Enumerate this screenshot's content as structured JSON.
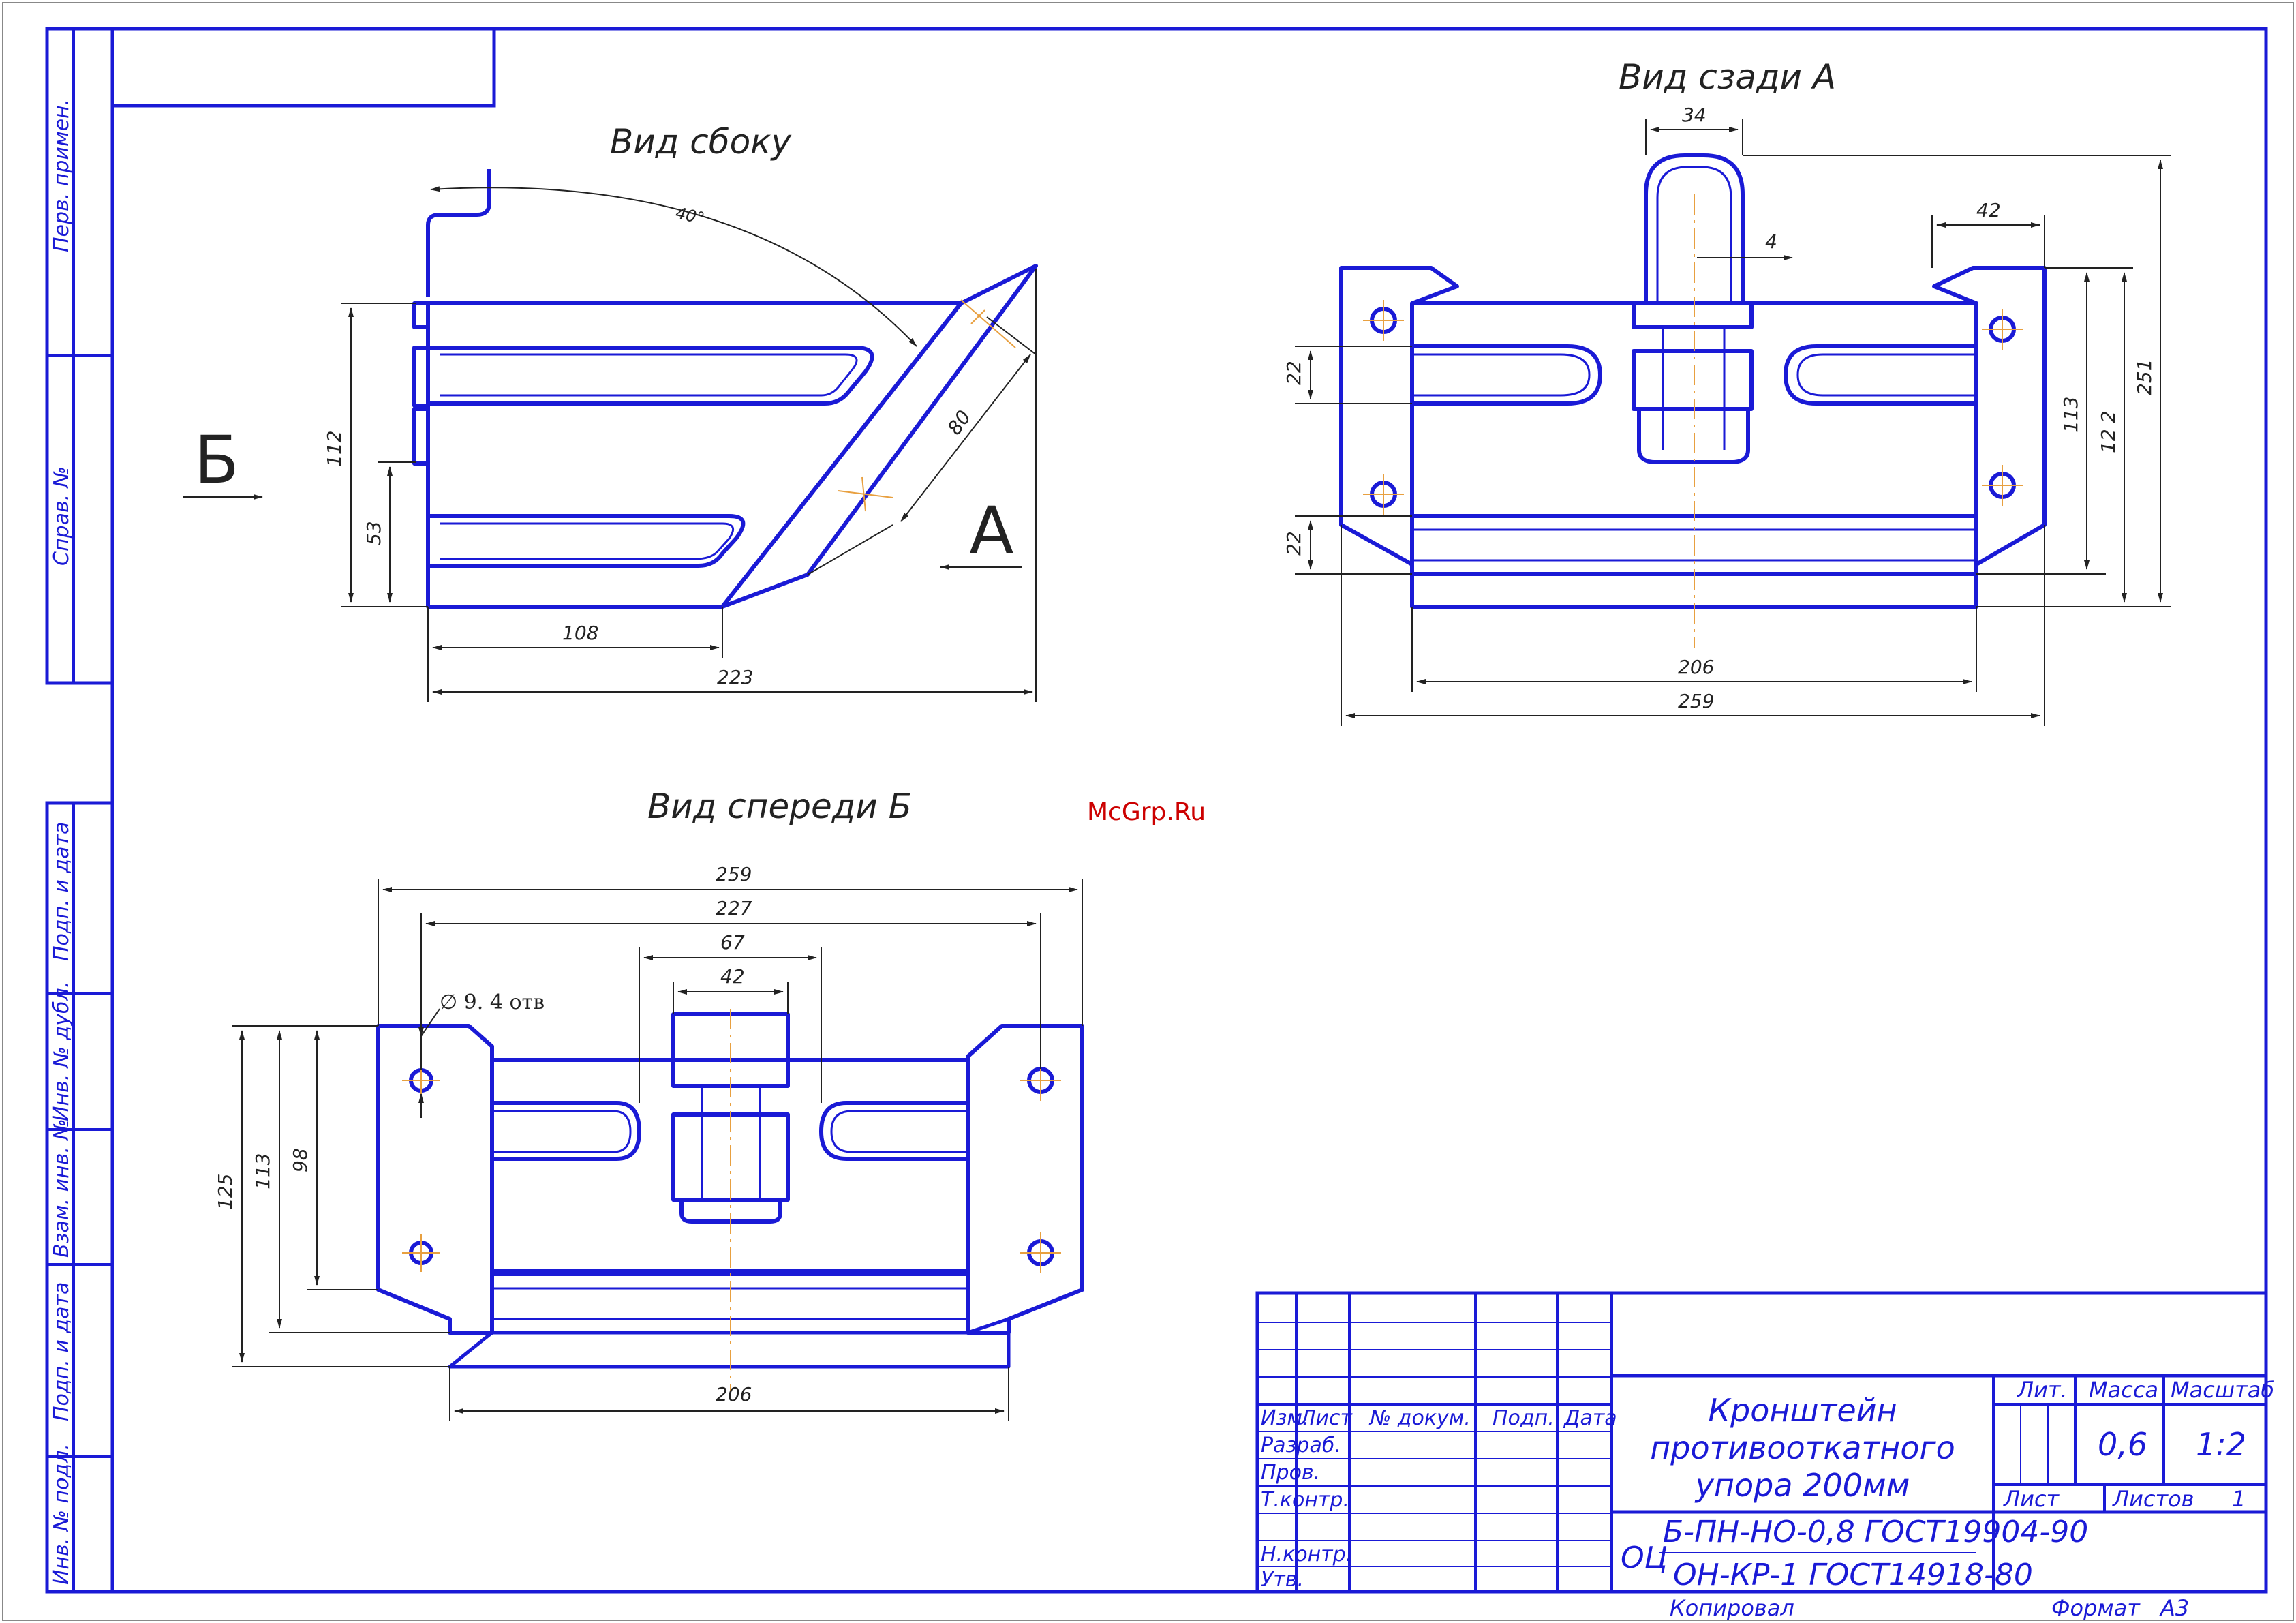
{
  "colors": {
    "line": "#1a1ad6",
    "thin": "#222222",
    "center": "#e8a040",
    "watermark": "#cc0000"
  },
  "watermark": "McGrp.Ru",
  "views": {
    "side": {
      "title": "Вид сбоку",
      "angle": "40°",
      "dim_80": "80",
      "dim_112": "112",
      "dim_53": "53",
      "dim_108": "108",
      "dim_223": "223",
      "arrow_b": "Б",
      "arrow_a": "А"
    },
    "rear": {
      "title": "Вид сзади А",
      "dim_34": "34",
      "dim_4": "4",
      "dim_42": "42",
      "dim_22a": "22",
      "dim_22b": "22",
      "dim_113": "113",
      "dim_122": "12 2",
      "dim_251": "251",
      "dim_206": "206",
      "dim_259": "259"
    },
    "front": {
      "title": "Вид спереди Б",
      "dim_259": "259",
      "dim_227": "227",
      "dim_67": "67",
      "dim_42": "42",
      "hole": "∅ 9.  4 отв",
      "dim_125": "125",
      "dim_113": "113",
      "dim_98": "98",
      "dim_206": "206"
    }
  },
  "side_strip": [
    "Перв. примен.",
    "Справ. №",
    "Подп. и дата",
    "Инв. № дубл.",
    "Взам. инв. №",
    "Подп. и дата",
    "Инв. № подл."
  ],
  "title_block": {
    "col_heads": [
      "Изм.",
      "Лист",
      "№ докум.",
      "Подп.",
      "Дата"
    ],
    "roles": [
      "Разраб.",
      "Пров.",
      "Т.контр.",
      "Н.контр.",
      "Утв."
    ],
    "name": [
      "Кронштейн",
      "противооткатного",
      "упора 200мм"
    ],
    "material_prefix": "ОЦ",
    "material_top": "Б-ПН-НО-0,8 ГОСТ19904-90",
    "material_bottom": "ОН-КР-1 ГОСТ14918-80",
    "lit": "Лит.",
    "mass_head": "Масса",
    "scale_head": "Масштаб",
    "mass": "0,6",
    "scale": "1:2",
    "sheet": "Лист",
    "sheets": "Листов",
    "sheets_val": "1",
    "copied": "Копировал",
    "format": "Формат",
    "format_val": "А3"
  }
}
